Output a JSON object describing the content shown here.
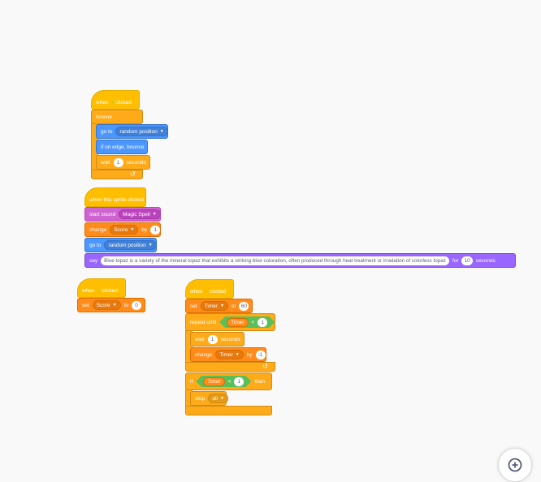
{
  "colors": {
    "events": "#ffbf00",
    "control": "#ffab19",
    "motion": "#4c97ff",
    "looks": "#9966ff",
    "sound": "#cf63cf",
    "variables": "#ff8c1a",
    "operators": "#59c059",
    "workspace": "#f9f9f9"
  },
  "icons": {
    "green_flag": "green-flag-icon",
    "dropdown": "dropdown-arrow-icon",
    "loop": "loop-arrow-icon",
    "zoom": "zoom-in-icon"
  },
  "script1": {
    "when": "when",
    "clicked": "clicked",
    "forever": "forever",
    "goto": "go to",
    "goto_target": "random position",
    "bounce": "if on edge, bounce",
    "wait": "wait",
    "wait_value": "1",
    "seconds": "seconds"
  },
  "script2": {
    "hat": "when this sprite clicked",
    "start_sound": "start sound",
    "sound_name": "Magic Spell",
    "change": "change",
    "var": "Score",
    "by": "by",
    "by_value": "1",
    "goto": "go to",
    "goto_target": "random position",
    "say": "say",
    "message": "Blue topaz is a variety of the mineral topaz that exhibits a striking blue coloration, often produced through heat treatment or irradation of colorless topaz",
    "for": "for",
    "duration": "10",
    "seconds": "seconds"
  },
  "script3": {
    "when": "when",
    "clicked": "clicked",
    "set": "set",
    "var": "Score",
    "to": "to",
    "value": "0"
  },
  "script4": {
    "when": "when",
    "clicked": "clicked",
    "set": "set",
    "var": "Timer",
    "to": "to",
    "set_value": "60",
    "repeat_until": "repeat until",
    "cond_var": "Timer",
    "lt": "<",
    "cond_value": "1",
    "wait": "wait",
    "wait_value": "1",
    "seconds": "seconds",
    "change": "change",
    "change_var": "Timer",
    "by": "by",
    "change_value": "-1",
    "if": "if",
    "if_var": "Timer",
    "if_lt": "<",
    "if_value": "1",
    "then": "then",
    "stop": "stop",
    "stop_option": "all"
  }
}
